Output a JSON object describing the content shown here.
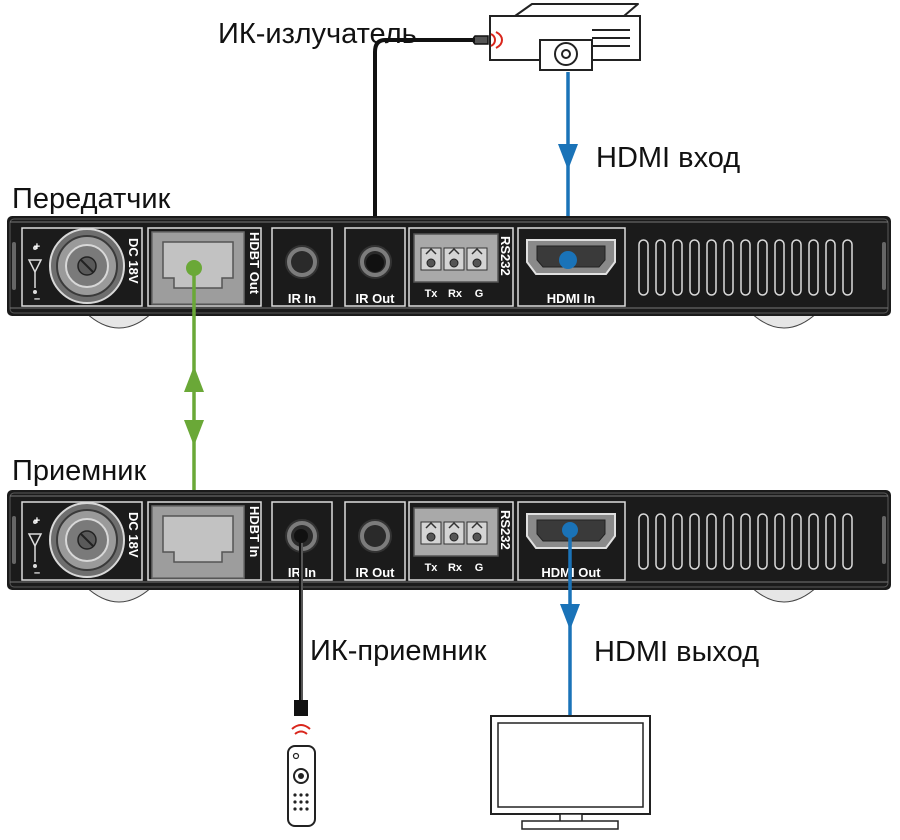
{
  "labels": {
    "ir_emitter": "ИК-излучатель",
    "hdmi_in_caption": "HDMI вход",
    "transmitter": "Передатчик",
    "receiver": "Приемник",
    "ir_receiver": "ИК-приемник",
    "hdmi_out_caption": "HDMI выход"
  },
  "transmitter": {
    "power": "DC 18V",
    "hdbt": "HDBT Out",
    "ir_in": "IR In",
    "ir_out": "IR Out",
    "rs232": "RS232",
    "tx": "Tx",
    "rx": "Rx",
    "g": "G",
    "hdmi": "HDMI In"
  },
  "receiver": {
    "power": "DC 18V",
    "hdbt": "HDBT In",
    "ir_in": "IR In",
    "ir_out": "IR Out",
    "rs232": "RS232",
    "tx": "Tx",
    "rx": "Rx",
    "g": "G",
    "hdmi": "HDMI Out"
  },
  "colors": {
    "hdmi_cable": "#1a73b8",
    "hdbt_cable": "#6aa837",
    "ir_cable": "#111111",
    "ir_signal": "#d9261c",
    "chassis": "#1b1b1b"
  },
  "icons": [
    "source-device-icon",
    "tv-icon",
    "remote-control-icon",
    "ir-emitter-icon",
    "ir-receiver-icon"
  ]
}
